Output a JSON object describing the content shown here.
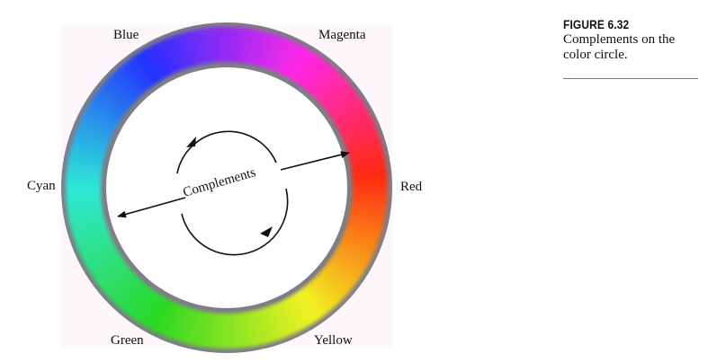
{
  "figure": {
    "number": "FIGURE 6.32",
    "caption": "Complements on the color circle."
  },
  "wheel": {
    "labels": {
      "blue": "Blue",
      "magenta": "Magenta",
      "red": "Red",
      "yellow": "Yellow",
      "green": "Green",
      "cyan": "Cyan"
    },
    "center_label": "Complements"
  },
  "colors": {
    "red": "#ff2a10",
    "magenta": "#ff28e8",
    "blue": "#2430ff",
    "cyan": "#2ee8d8",
    "green": "#2cd824",
    "yellow": "#f2f222",
    "rim": "#7e7e86",
    "panel": "#fdf6fb"
  }
}
